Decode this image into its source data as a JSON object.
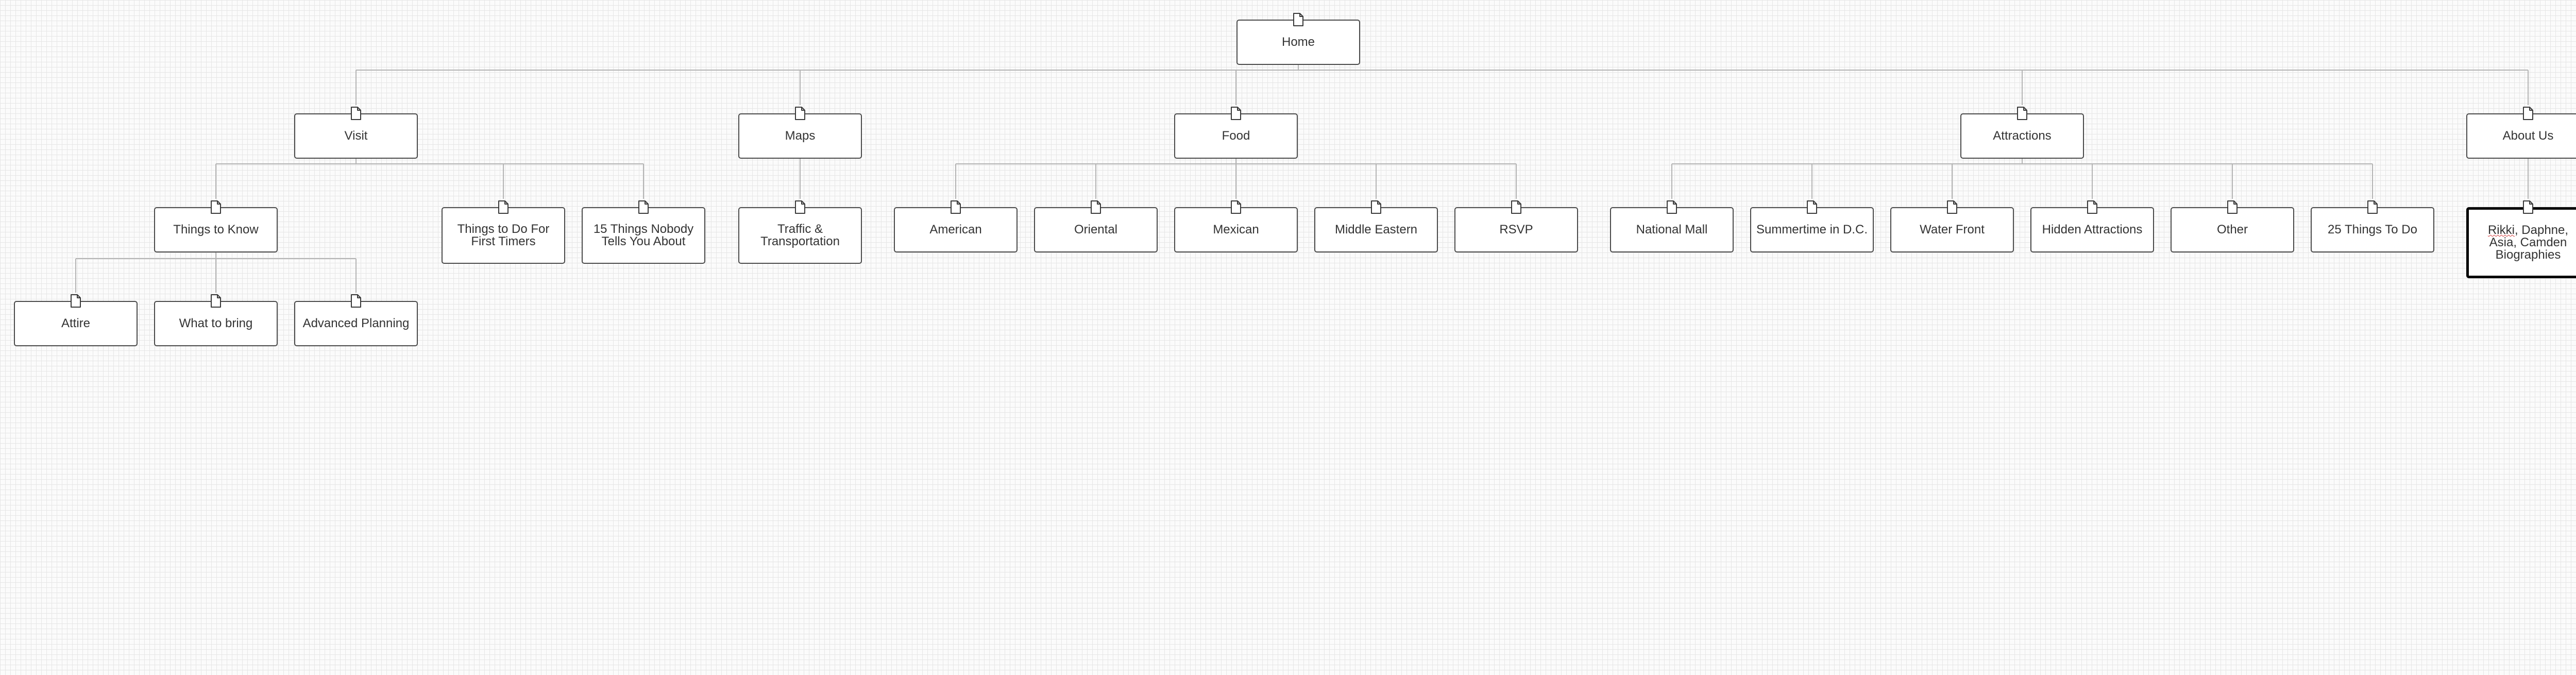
{
  "sitemap": {
    "root": {
      "id": "home",
      "label": "Home"
    },
    "sections": [
      {
        "id": "visit",
        "label": "Visit",
        "children": [
          {
            "id": "things-to-know",
            "label": "Things to Know",
            "children": [
              {
                "id": "attire",
                "label": "Attire"
              },
              {
                "id": "what-to-bring",
                "label": "What to bring"
              },
              {
                "id": "advanced-planning",
                "label": "Advanced Planning"
              }
            ]
          },
          {
            "id": "things-to-do-first-timers",
            "label": "Things to Do For First Timers"
          },
          {
            "id": "15-things-nobody-tells",
            "label": "15 Things Nobody Tells You About"
          }
        ]
      },
      {
        "id": "maps",
        "label": "Maps",
        "children": [
          {
            "id": "traffic-transportation",
            "label": "Traffic & Transportation"
          }
        ]
      },
      {
        "id": "food",
        "label": "Food",
        "children": [
          {
            "id": "american",
            "label": "American"
          },
          {
            "id": "oriental",
            "label": "Oriental"
          },
          {
            "id": "mexican",
            "label": "Mexican"
          },
          {
            "id": "middle-eastern",
            "label": "Middle Eastern"
          },
          {
            "id": "rsvp",
            "label": "RSVP"
          }
        ]
      },
      {
        "id": "attractions",
        "label": "Attractions",
        "children": [
          {
            "id": "national-mall",
            "label": "National Mall"
          },
          {
            "id": "summertime-dc",
            "label": "Summertime in D.C."
          },
          {
            "id": "water-front",
            "label": "Water Front"
          },
          {
            "id": "hidden-attractions",
            "label": "Hidden Attractions"
          },
          {
            "id": "other",
            "label": "Other"
          },
          {
            "id": "25-things-to-do",
            "label": "25 Things To Do"
          }
        ]
      },
      {
        "id": "about-us",
        "label": "About Us",
        "children": [
          {
            "id": "biographies",
            "label": "Rikki, Daphne, Asia, Camden Biographies",
            "selected": true
          }
        ]
      }
    ]
  },
  "style": {
    "node_border": "#4a4a4a",
    "selected_border": "#000000",
    "connector": "#b4b4b4",
    "text": "#333333",
    "icon": "page-icon"
  }
}
